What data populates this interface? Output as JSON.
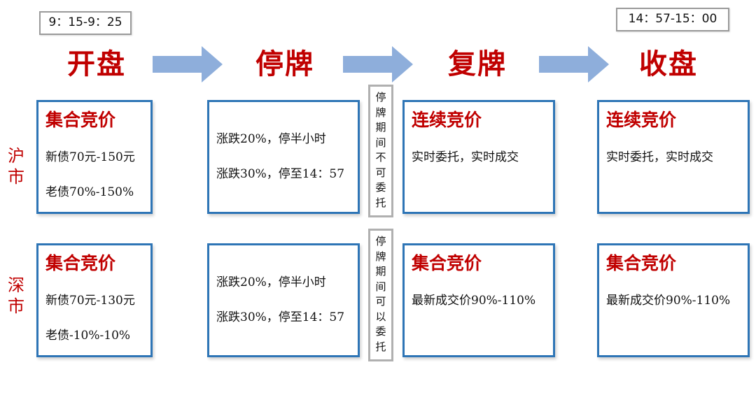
{
  "time_start": "9：15-9：25",
  "time_end": "14：57-15：00",
  "phases": [
    "开盘",
    "停牌",
    "复牌",
    "收盘"
  ],
  "markets": {
    "sh": "沪市",
    "sz": "深市"
  },
  "sh_row": {
    "open": {
      "title": "集合竞价",
      "lines": [
        "新债70元-150元",
        "老债70%-150%"
      ]
    },
    "halt": {
      "lines": [
        "涨跌20%，停半小时",
        "涨跌30%，停至14：57"
      ]
    },
    "halt_note": "停牌期间不可委托",
    "resume": {
      "title": "连续竞价",
      "lines": [
        "实时委托，实时成交"
      ]
    },
    "close": {
      "title": "连续竞价",
      "lines": [
        "实时委托，实时成交"
      ]
    }
  },
  "sz_row": {
    "open": {
      "title": "集合竞价",
      "lines": [
        "新债70元-130元",
        "老债-10%-10%"
      ]
    },
    "halt": {
      "lines": [
        "涨跌20%，停半小时",
        "涨跌30%，停至14：57"
      ]
    },
    "halt_note": "停牌期间可以委托",
    "resume": {
      "title": "集合竞价",
      "lines": [
        "最新成交价90%-110%"
      ]
    },
    "close": {
      "title": "集合竞价",
      "lines": [
        "最新成交价90%-110%"
      ]
    }
  },
  "colors": {
    "title_red": "#c00000",
    "box_blue": "#2e75b6",
    "arrow_blue": "#8eaedb"
  }
}
